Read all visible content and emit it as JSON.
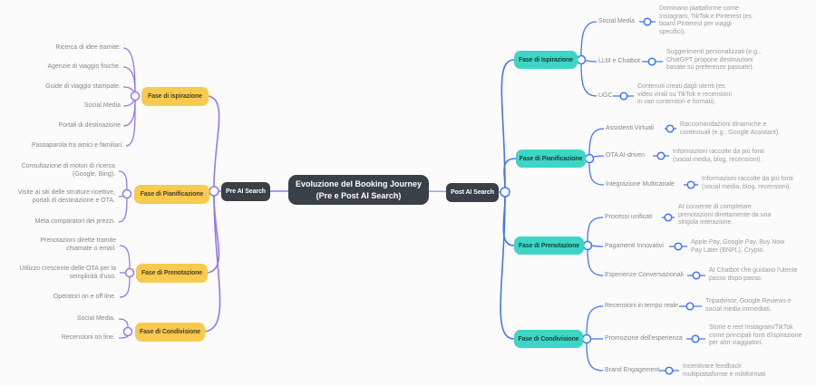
{
  "center": {
    "title": "Evoluzione del Booking Journey\n(Pre e Post AI Search)"
  },
  "colors": {
    "pre_branch_line": "#9678E9",
    "post_branch_line": "#4476EE",
    "phase_node_pre": "#F8CA4D",
    "phase_node_post": "#3DD6C6",
    "root_node": "#3A4047"
  },
  "left": {
    "root": "Pre AI Search",
    "branches": [
      {
        "label": "Fase di ispirazione",
        "children": [
          "Ricerca di idee tramite:",
          "Agenzie di viaggio fisiche.",
          "Guide di viaggio stampate.",
          "Social Media",
          "Portali di destinazione",
          "Passaparola tra amici e familiari."
        ]
      },
      {
        "label": "Fase di Pianificazione",
        "children": [
          "Consultazione di motori di ricerca\n(Google, Bing).",
          "Visite ai siti delle strutture ricettive,\nportali di destinazione e OTA.",
          "Meta comparatori dei prezzi."
        ]
      },
      {
        "label": "Fase di Prenotazione",
        "children": [
          "Prenotazioni dirette tramite\nchiamate o email.",
          "Utilizzo crescente delle OTA per la\nsemplicità d'uso.",
          "Operatori on e off line."
        ]
      },
      {
        "label": "Fase di Condivisione",
        "children": [
          "Social Media.",
          "Recensioni on line."
        ]
      }
    ]
  },
  "right": {
    "root": "Post AI Search",
    "branches": [
      {
        "label": "Fase di Ispirazione",
        "children": [
          {
            "label": "Social Media",
            "desc": "Dominano piattaforme come\nInstagram, TikTok e Pinterest (es.\nboard Pinterest per viaggi\nspecifici)."
          },
          {
            "label": "LLM e Chatbot",
            "desc": "Suggerimenti personalizzati (e.g.,\nChatGPT propone destinazioni\nbasate su preferenze passate)."
          },
          {
            "label": "UGC",
            "desc": "Contenuti creati dagli utenti (es.\nvideo virali su TikTok e recensioni\nin vari contenitori e formati)."
          }
        ]
      },
      {
        "label": "Fase di Pianificazione",
        "children": [
          {
            "label": "Assistenti Virtuali",
            "desc": "Raccomandazioni dinamiche e\ncontestuali (e.g., Google Assistant)."
          },
          {
            "label": "OTA AI-driven",
            "desc": "Informazioni raccolte da più fonti\n(social media, blog, recensioni)."
          },
          {
            "label": "Integrazione Multicanale",
            "desc": "Informazioni raccolte da più fonti\n(social media, blog, recensioni)."
          }
        ]
      },
      {
        "label": "Fase di Prenotazione",
        "children": [
          {
            "label": "Processi unificati",
            "desc": "AI consente di completare\nprenotazioni direttamente da una\nsingola interazione."
          },
          {
            "label": "Pagamenti Innovativi",
            "desc": "Apple Pay, Google Pay, Buy Now\nPay Later (BNPL), Crypto."
          },
          {
            "label": "Esperienze Conversazionali",
            "desc": "AI Chatbot che guidano l'utente\npasso dopo passo."
          }
        ]
      },
      {
        "label": "Fase di Condivisione",
        "children": [
          {
            "label": "Recensioni in tempo reale",
            "desc": "Tripadvisor, Google Reviews e\nsocial media immediati."
          },
          {
            "label": "Promozione dell'esperienza",
            "desc": "Storie e reel Instagram/TikTok\ncome principali fonti d'ispirazione\nper altri viaggiatori."
          },
          {
            "label": "Brand Engagement",
            "desc": "Incentivare feedback\nmultipiattaforme e miltiformati"
          }
        ]
      }
    ]
  }
}
